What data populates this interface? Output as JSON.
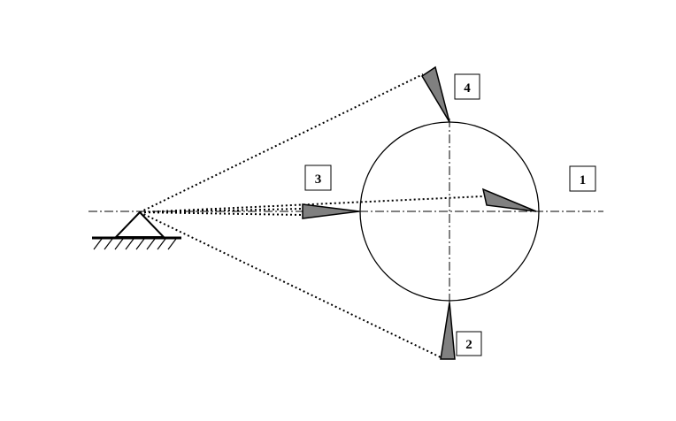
{
  "diagram": {
    "colors": {
      "line": "#000000",
      "tool_fill": "#808080",
      "background": "#ffffff",
      "label_box": "#ffffff"
    },
    "labels": {
      "pos1": "1",
      "pos2": "2",
      "pos3": "3",
      "pos4": "4"
    },
    "elements": {
      "pivot": "ground-pivot-support",
      "workpiece": "circular-workpiece",
      "tools": [
        "tool-position-1",
        "tool-position-2",
        "tool-position-3",
        "tool-position-4"
      ]
    }
  }
}
